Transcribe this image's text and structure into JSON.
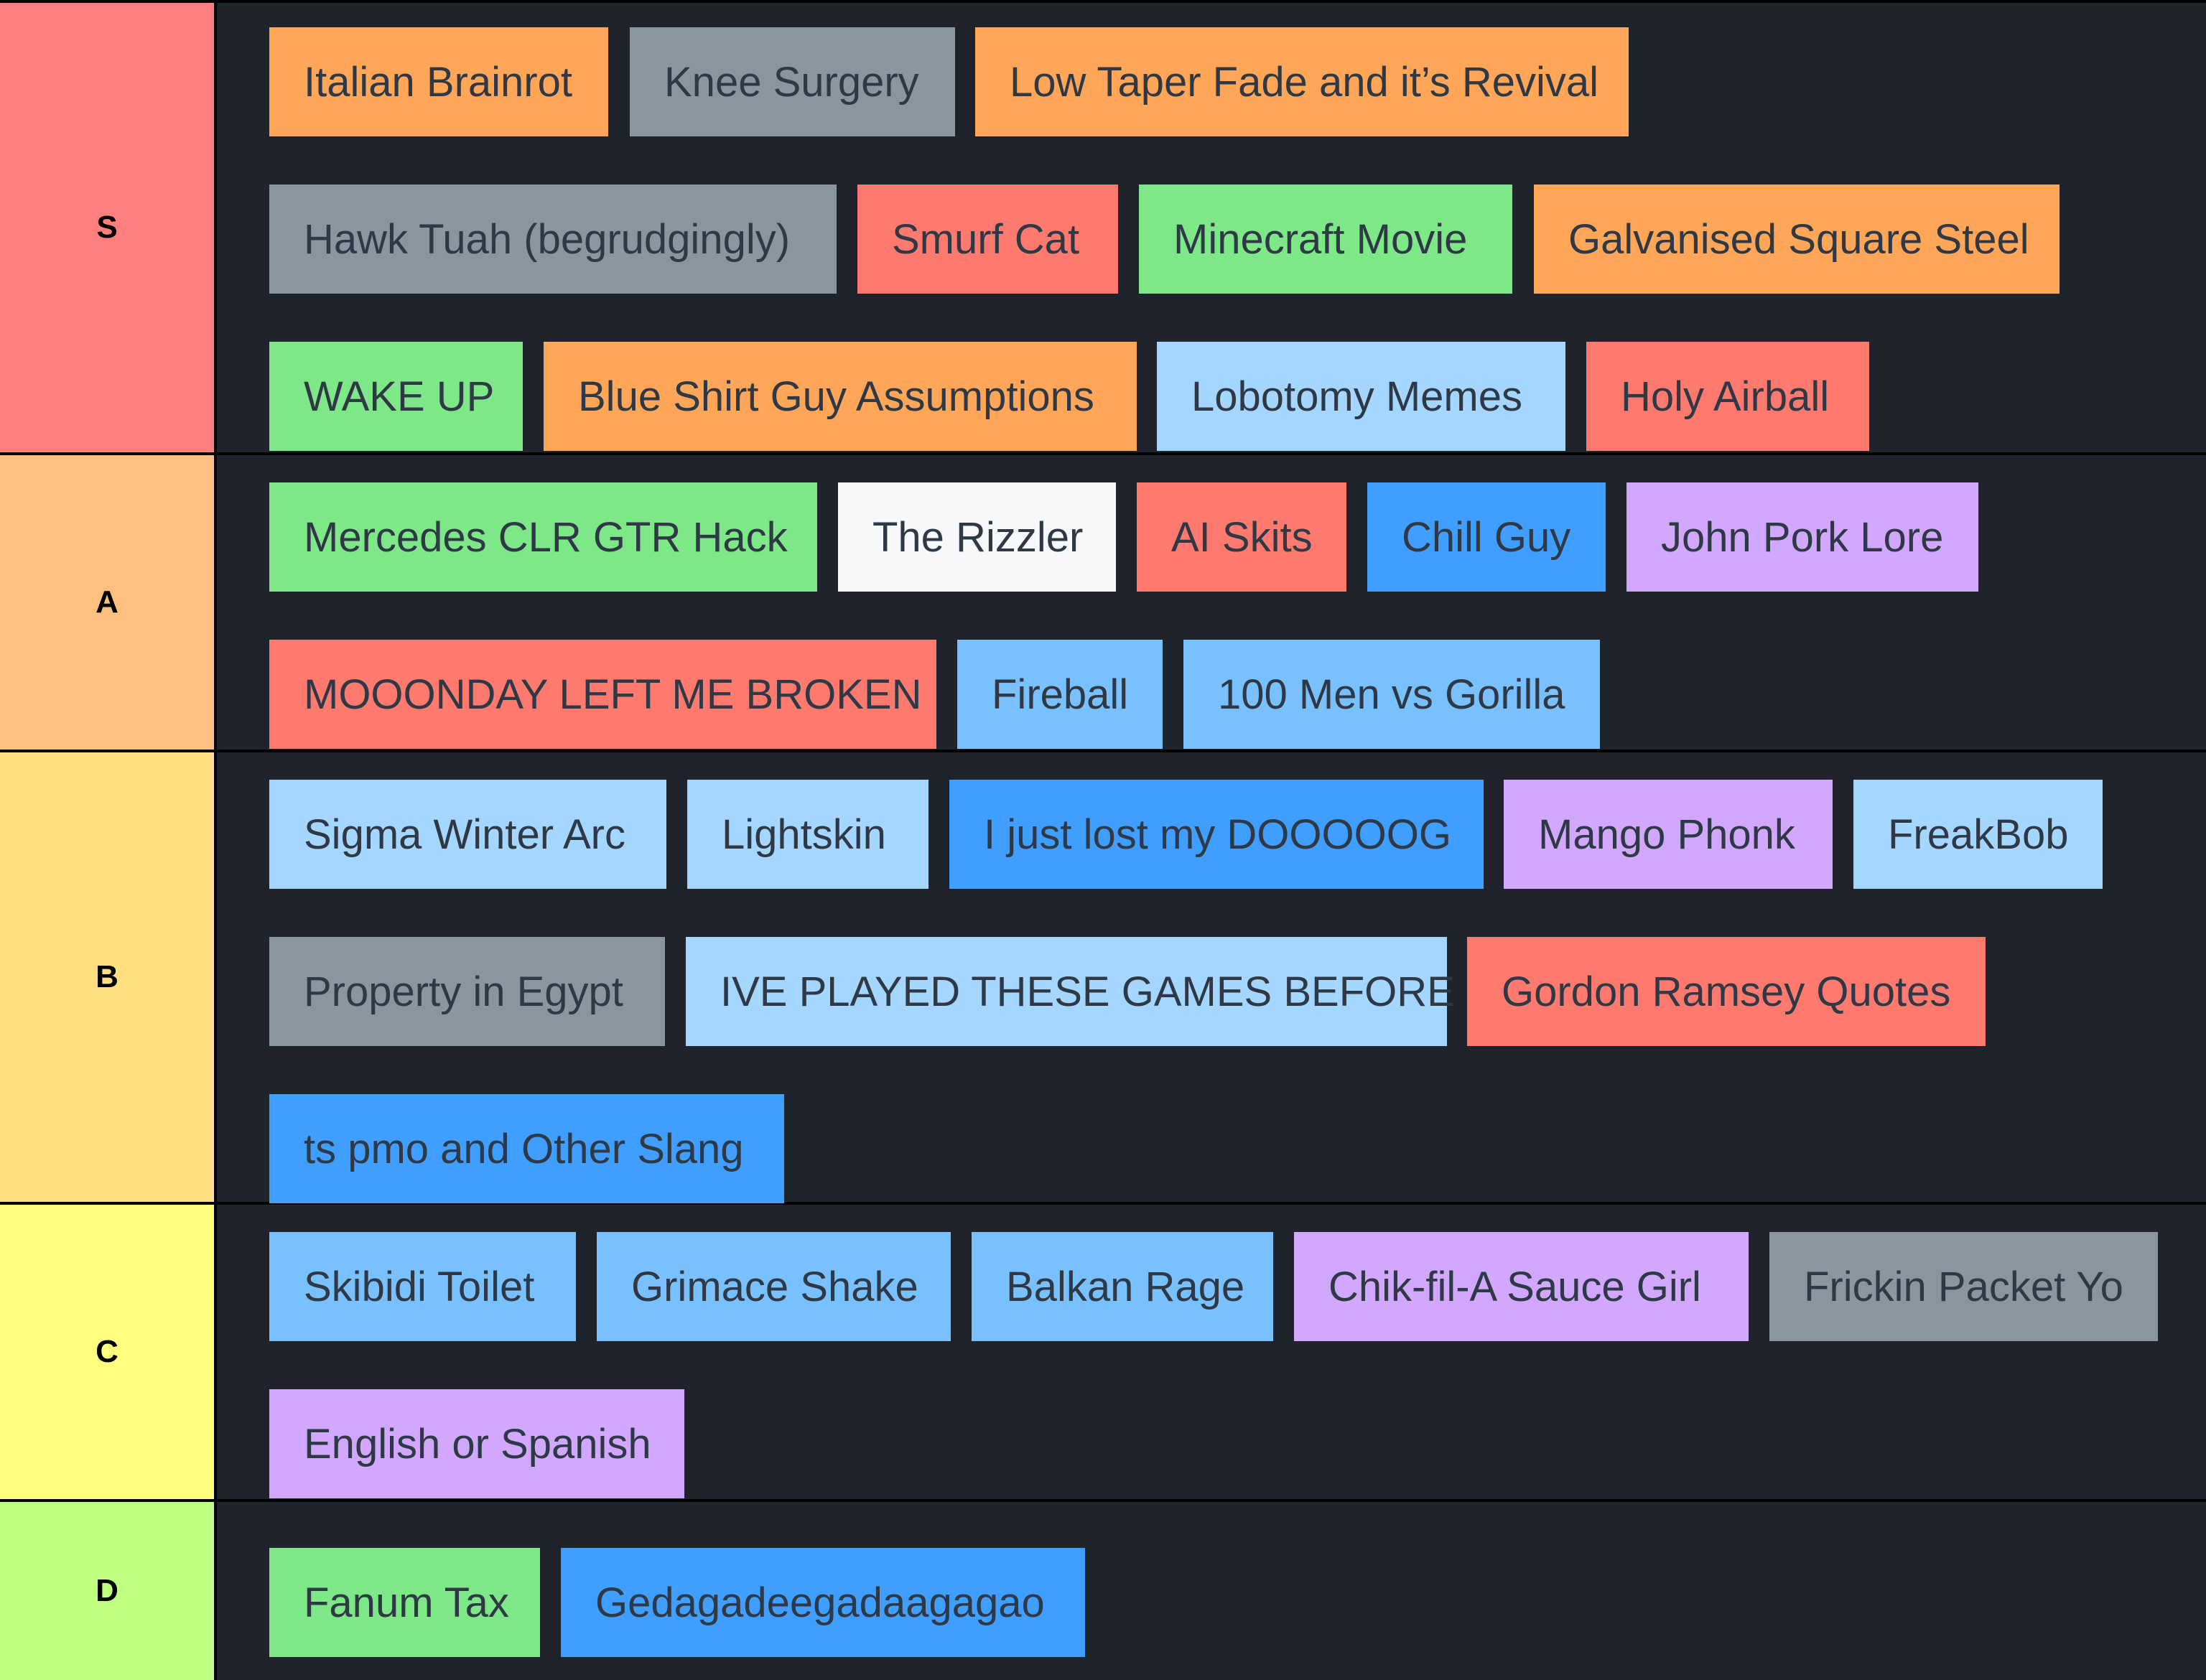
{
  "colors": {
    "S": "#ff7f7f",
    "A": "#ffbf7f",
    "B": "#ffdf7f",
    "C": "#ffff7f",
    "D": "#bfff7f",
    "orange": "#ffa658",
    "gray": "#8b959f",
    "red": "#ff7a6e",
    "green": "#7ee787",
    "lightblue": "#a5d6ff",
    "blue": "#79c0ff",
    "darkblue": "#409eff",
    "purple": "#d2a8ff",
    "white": "#f6f8fa"
  },
  "tiers": [
    {
      "label": "S",
      "items": [
        {
          "text": "Italian Brainrot",
          "color": "orange"
        },
        {
          "text": "Knee Surgery",
          "color": "gray"
        },
        {
          "text": "Low Taper Fade and it’s Revival",
          "color": "orange"
        },
        {
          "text": "Hawk Tuah (begrudgingly)",
          "color": "gray"
        },
        {
          "text": "Smurf Cat",
          "color": "red"
        },
        {
          "text": "Minecraft Movie",
          "color": "green"
        },
        {
          "text": "Galvanised Square Steel",
          "color": "orange"
        },
        {
          "text": "WAKE UP",
          "color": "green"
        },
        {
          "text": "Blue Shirt Guy Assumptions",
          "color": "orange"
        },
        {
          "text": "Lobotomy Memes",
          "color": "lightblue"
        },
        {
          "text": "Holy Airball",
          "color": "red"
        }
      ]
    },
    {
      "label": "A",
      "items": [
        {
          "text": "Mercedes CLR GTR Hack",
          "color": "green"
        },
        {
          "text": "The Rizzler",
          "color": "white"
        },
        {
          "text": "AI Skits",
          "color": "red"
        },
        {
          "text": "Chill Guy",
          "color": "darkblue"
        },
        {
          "text": "John Pork Lore",
          "color": "purple"
        },
        {
          "text": "MOOONDAY LEFT ME BROKEN",
          "color": "red"
        },
        {
          "text": "Fireball",
          "color": "blue"
        },
        {
          "text": "100 Men vs Gorilla",
          "color": "blue"
        }
      ]
    },
    {
      "label": "B",
      "items": [
        {
          "text": "Sigma Winter Arc",
          "color": "lightblue"
        },
        {
          "text": "Lightskin",
          "color": "lightblue"
        },
        {
          "text": "I just lost my DOOOOOG",
          "color": "darkblue"
        },
        {
          "text": "Mango Phonk",
          "color": "purple"
        },
        {
          "text": "FreakBob",
          "color": "lightblue"
        },
        {
          "text": "Property in Egypt",
          "color": "gray"
        },
        {
          "text": "IVE PLAYED THESE GAMES BEFORE",
          "color": "lightblue"
        },
        {
          "text": "Gordon Ramsey Quotes",
          "color": "red"
        },
        {
          "text": "ts pmo and Other Slang",
          "color": "darkblue"
        }
      ]
    },
    {
      "label": "C",
      "items": [
        {
          "text": "Skibidi Toilet",
          "color": "blue"
        },
        {
          "text": "Grimace Shake",
          "color": "blue"
        },
        {
          "text": "Balkan Rage",
          "color": "blue"
        },
        {
          "text": "Chik-fil-A Sauce Girl",
          "color": "purple"
        },
        {
          "text": "Frickin Packet Yo",
          "color": "gray"
        },
        {
          "text": "English or Spanish",
          "color": "purple"
        }
      ]
    },
    {
      "label": "D",
      "items": [
        {
          "text": "Fanum Tax",
          "color": "green"
        },
        {
          "text": "Gedagadeegadaagagao",
          "color": "darkblue"
        }
      ]
    }
  ]
}
